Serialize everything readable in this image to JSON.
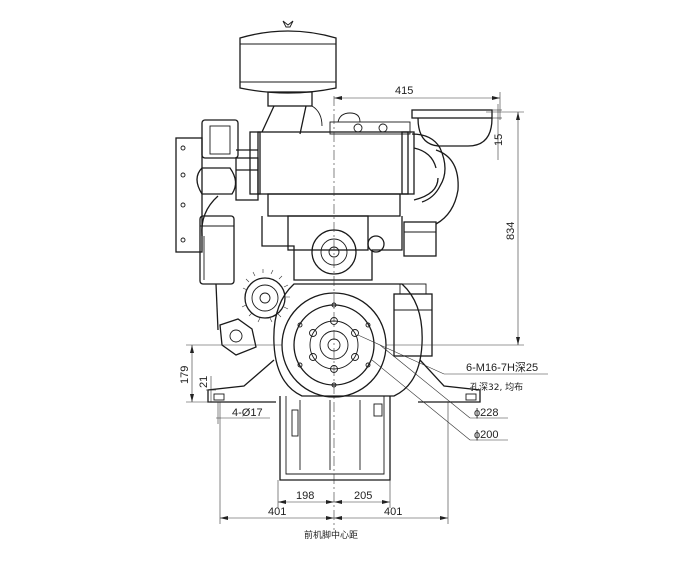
{
  "dimensions": {
    "top_width": "415",
    "flange_offset": "15",
    "height": "834",
    "foot_height": "179",
    "foot_thickness": "21",
    "holes": "4-Ø17",
    "left_half": "198",
    "right_half": "205",
    "foot_left": "401",
    "foot_right": "401"
  },
  "callouts": {
    "bolt_line1": "6-M16-7H深25",
    "bolt_line2": "孔深32, 均布",
    "dia_outer": "ϕ228",
    "dia_inner": "ϕ200"
  },
  "caption": "前机脚中心距"
}
